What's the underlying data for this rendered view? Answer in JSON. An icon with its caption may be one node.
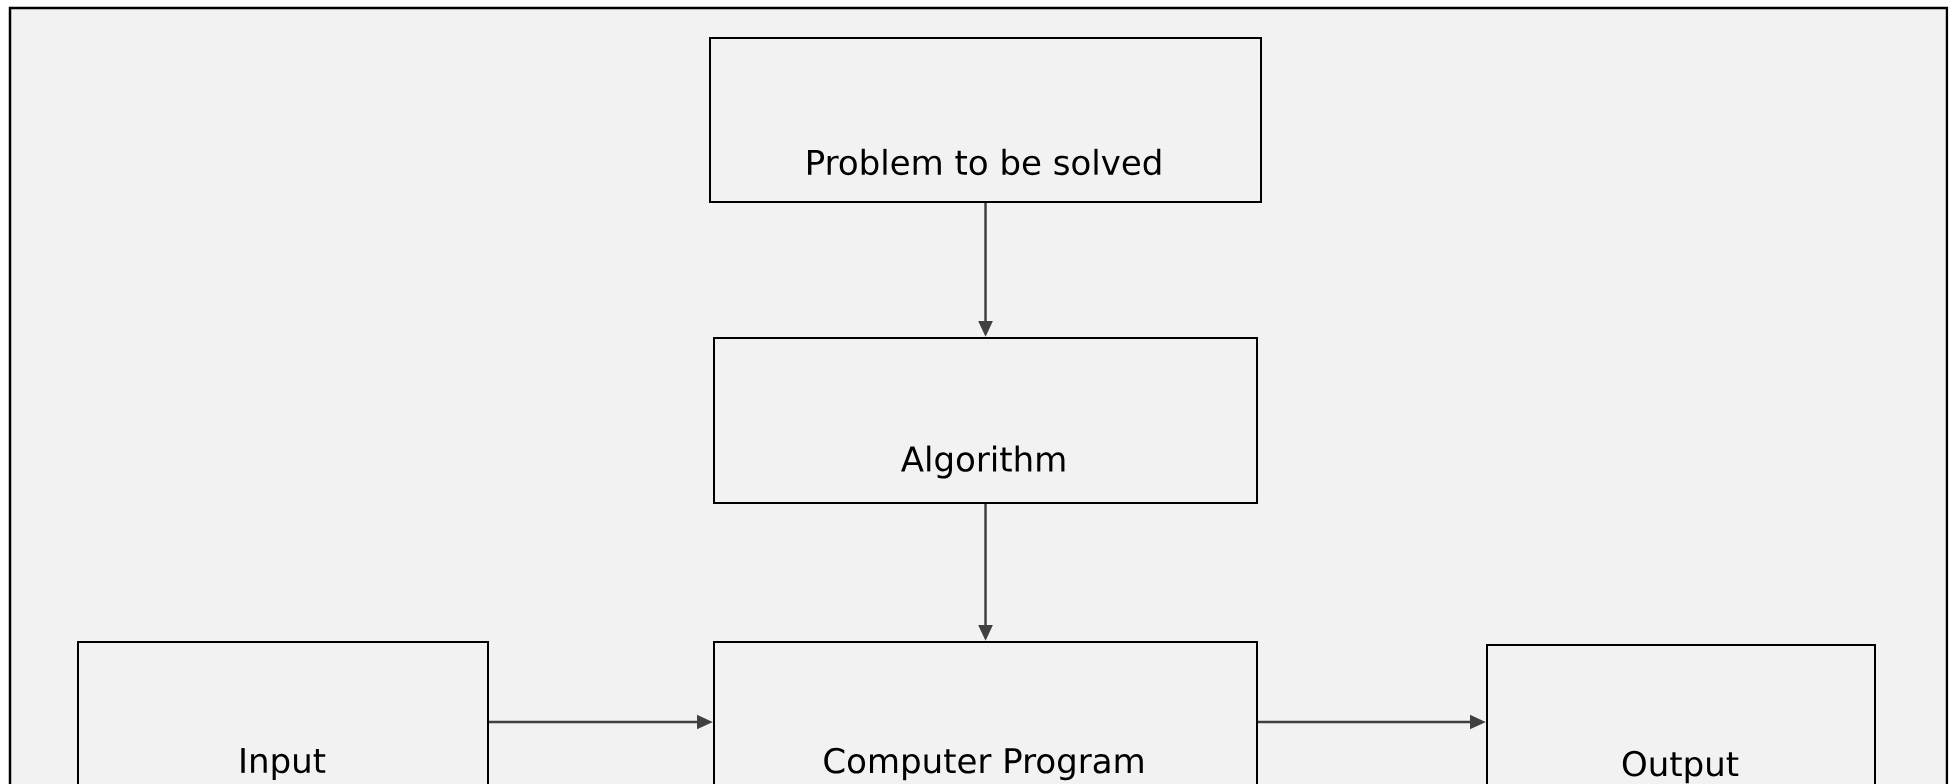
{
  "diagram": {
    "nodes": [
      {
        "text": [
          "Problem to be solved"
        ]
      },
      {
        "text": [
          "Algorithm"
        ]
      },
      {
        "text": [
          "Input"
        ]
      },
      {
        "text": [
          "Computer Program"
        ]
      },
      {
        "text": [
          "Output"
        ]
      }
    ],
    "edges": [
      {
        "from": 0,
        "to": 1,
        "arrow": "to"
      },
      {
        "from": 1,
        "to": 3,
        "arrow": "to"
      },
      {
        "from": 2,
        "to": 3,
        "arrow": "to"
      },
      {
        "from": 3,
        "to": 4,
        "arrow": "to"
      }
    ]
  }
}
